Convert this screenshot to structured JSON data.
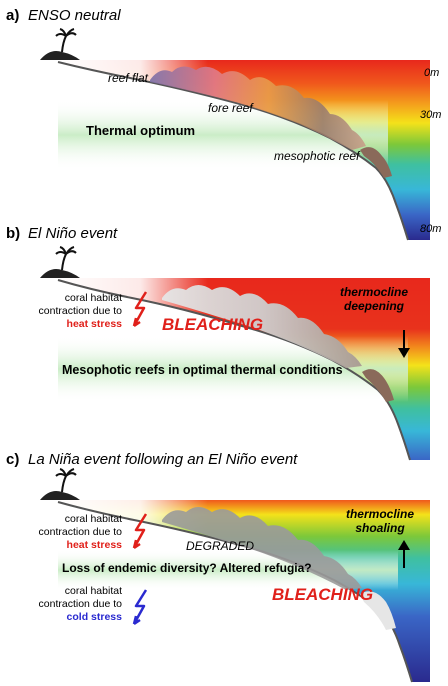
{
  "panels": [
    {
      "letter": "a)",
      "title": "ENSO neutral",
      "zone_labels": {
        "reef_flat": "reef flat",
        "fore_reef": "fore reef",
        "mesophotic": "mesophotic reef"
      },
      "center_label": "Thermal optimum",
      "depth_labels": [
        "0m",
        "30m",
        "80m"
      ]
    },
    {
      "letter": "b)",
      "title": "El Niño event",
      "habitat_note": [
        "coral habitat",
        "contraction due to",
        "heat stress"
      ],
      "event_label": "BLEACHING",
      "center_label": "Mesophotic reefs in optimal thermal conditions",
      "thermocline": [
        "thermocline",
        "deepening"
      ]
    },
    {
      "letter": "c)",
      "title": "La Niña event following an El Niño event",
      "habitat_note_heat": [
        "coral habitat",
        "contraction due to",
        "heat stress"
      ],
      "habitat_note_cold": [
        "coral habitat",
        "contraction due to",
        "cold stress"
      ],
      "degraded_label": "DEGRADED",
      "center_label": "Loss of endemic diversity? Altered refugia?",
      "event_label": "BLEACHING",
      "thermocline": [
        "thermocline",
        "shoaling"
      ]
    }
  ],
  "colors": {
    "warm": "#e8281c",
    "orange": "#f28a1c",
    "yellow": "#f4e21a",
    "green": "#5cbf3a",
    "cyan": "#38b7d8",
    "blue": "#3a66c6",
    "deep": "#2a2a8e",
    "heat_text": "#e0201a",
    "cold_text": "#2a2ad0",
    "thermal_band": "#d6f2d2"
  }
}
